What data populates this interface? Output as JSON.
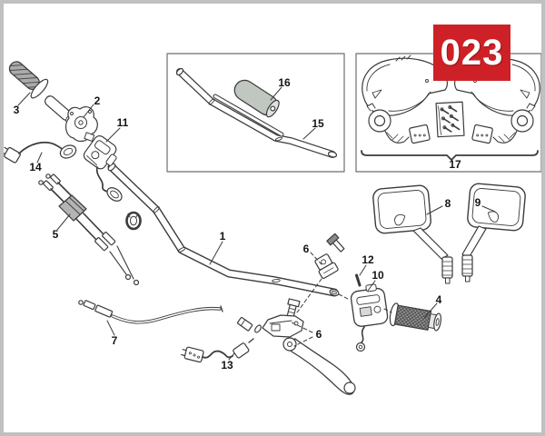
{
  "badge": {
    "code": "023"
  },
  "colors": {
    "badge_red": "#ce2127",
    "line_dark": "#3b3b3b",
    "page_border": "#c0c0c0",
    "metal_gray": "#b4b4b4",
    "pad_gray": "#c0c6c0"
  },
  "callouts": {
    "p1": "1",
    "p2": "2",
    "p3": "3",
    "p4": "4",
    "p5": "5",
    "p6_upper": "6",
    "p6_lower": "6",
    "p7": "7",
    "p8": "8",
    "p9": "9",
    "p10": "10",
    "p11": "11",
    "p12": "12",
    "p13": "13",
    "p14": "14",
    "p15": "15",
    "p16": "16",
    "p17": "17"
  }
}
